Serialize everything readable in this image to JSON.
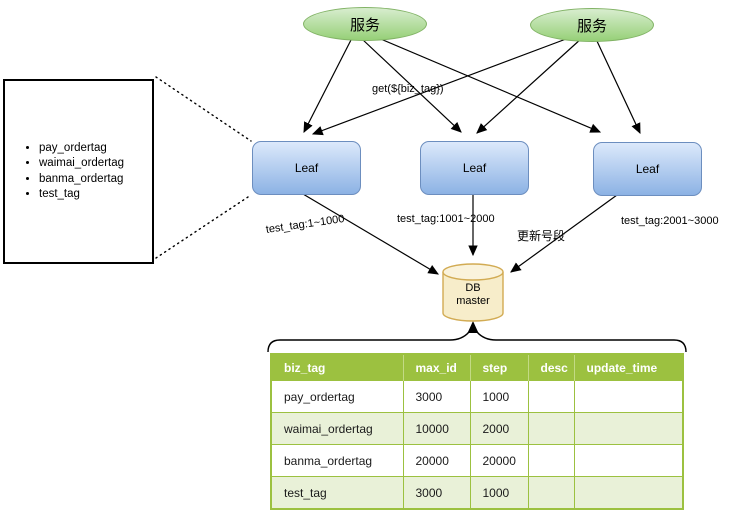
{
  "diagram": {
    "services": [
      {
        "label": "服务"
      },
      {
        "label": "服务"
      }
    ],
    "leaf_nodes": [
      {
        "label": "Leaf"
      },
      {
        "label": "Leaf"
      },
      {
        "label": "Leaf"
      }
    ],
    "db": {
      "line1": "DB",
      "line2": "master"
    },
    "edge_labels": {
      "get": "get(${biz_tag})",
      "seg1": "test_tag:1~1000",
      "seg2": "test_tag:1001~2000",
      "seg3": "test_tag:2001~3000",
      "update": "更新号段"
    },
    "biz_tag_list": [
      "pay_ordertag",
      "waimai_ordertag",
      "banma_ordertag",
      "test_tag"
    ],
    "colors": {
      "service_fill_top": "#d8edcf",
      "service_fill_bottom": "#96d077",
      "service_stroke": "#82b366",
      "leaf_fill_top": "#dce9fb",
      "leaf_fill_bottom": "#8cb2e4",
      "leaf_stroke": "#6c8ebf",
      "db_fill": "#f7edca",
      "db_stroke": "#d2ab53",
      "table_header_bg": "#9cc140",
      "table_row_alt_bg": "#e9f1d8",
      "table_border": "#9cc140",
      "connector": "#000000"
    }
  },
  "table": {
    "headers": [
      "biz_tag",
      "max_id",
      "step",
      "desc",
      "update_time"
    ],
    "rows": [
      {
        "biz_tag": "pay_ordertag",
        "max_id": "3000",
        "step": "1000",
        "desc": "",
        "update_time": ""
      },
      {
        "biz_tag": "waimai_ordertag",
        "max_id": "10000",
        "step": "2000",
        "desc": "",
        "update_time": ""
      },
      {
        "biz_tag": "banma_ordertag",
        "max_id": "20000",
        "step": "20000",
        "desc": "",
        "update_time": ""
      },
      {
        "biz_tag": "test_tag",
        "max_id": "3000",
        "step": "1000",
        "desc": "",
        "update_time": ""
      }
    ]
  }
}
